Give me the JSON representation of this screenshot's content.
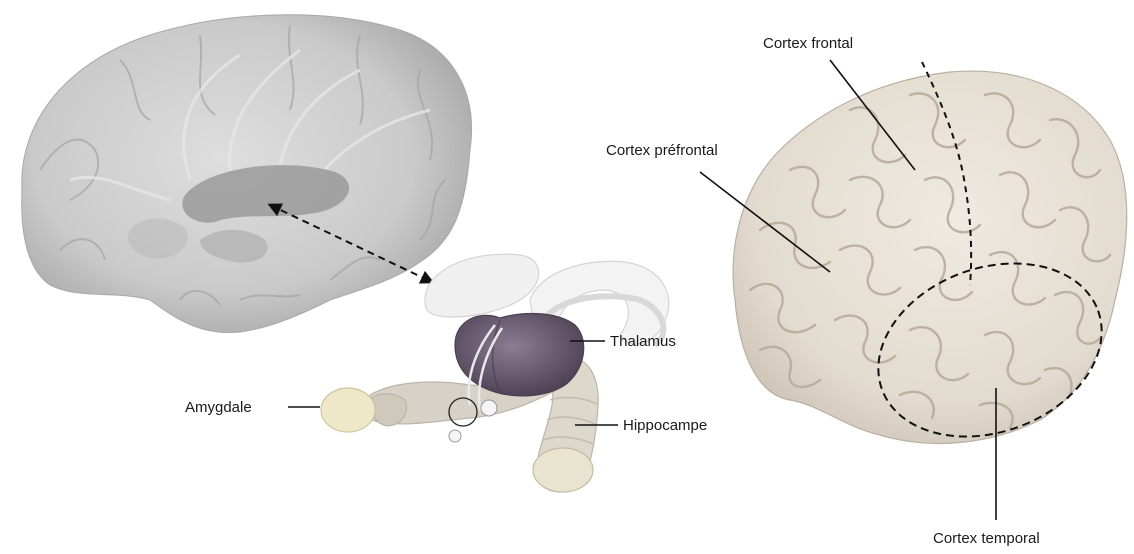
{
  "labels": {
    "cortex_frontal": "Cortex frontal",
    "cortex_prefrontal": "Cortex préfrontal",
    "thalamus": "Thalamus",
    "amygdale": "Amygdale",
    "hippocampe": "Hippocampe",
    "cortex_temporal": "Cortex temporal"
  },
  "colors": {
    "sagittal_section": "#c9c9c9",
    "ventricle": "#9e9e9e",
    "brain_surface": "#e6e0d6",
    "brain_fold": "#b9b0a2",
    "thalamus": "#6e5f76",
    "hippocampus": "#ddd8cc",
    "amygdala": "#efe8c8",
    "ghost_structure": "#f1f1f1",
    "leader_line": "#111111"
  }
}
